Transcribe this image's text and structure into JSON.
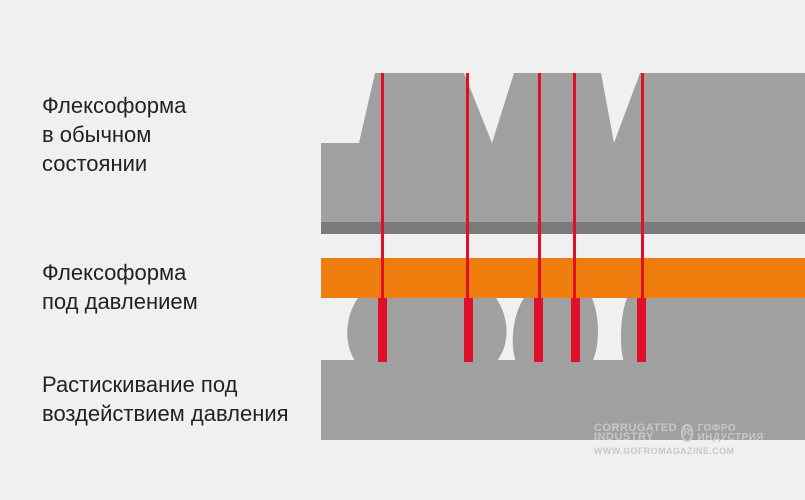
{
  "labels": {
    "normal_state": "Флексоформа\nв обычном\nсостоянии",
    "under_pressure": "Флексоформа\nпод давлением",
    "squeeze_out": "Растискивание под\nвоздействием давления"
  },
  "watermark": {
    "brand_left": "CORRUGATED\nINDUSTRY",
    "brand_right": "ГОФРО\nИНДУСТРИЯ",
    "url": "WWW.GOFROMAGAZINE.COM"
  },
  "colors": {
    "background": "#f0f0f0",
    "plate": "#a0a0a0",
    "plate_base": "#7a7a7a",
    "impression": "#ee7d0e",
    "guide_line": "#e0102a"
  }
}
